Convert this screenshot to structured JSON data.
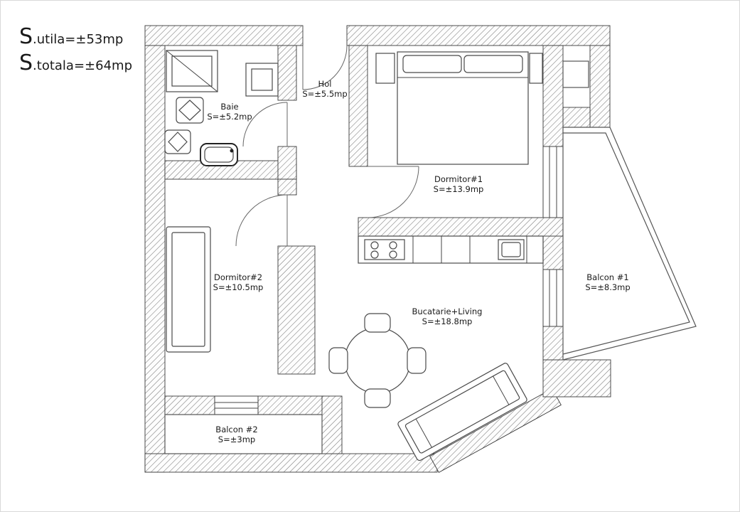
{
  "header": {
    "line1": {
      "prefix": "S",
      "label": ".utila=",
      "value": "±53mp"
    },
    "line2": {
      "prefix": "S",
      "label": ".totala=",
      "value": "±64mp"
    }
  },
  "rooms": [
    {
      "id": "baie",
      "name": "Baie",
      "area": "S=±5.2mp"
    },
    {
      "id": "hol",
      "name": "Hol",
      "area": "S=±5.5mp"
    },
    {
      "id": "dormitor1",
      "name": "Dormitor#1",
      "area": "S=±13.9mp"
    },
    {
      "id": "dormitor2",
      "name": "Dormitor#2",
      "area": "S=±10.5mp"
    },
    {
      "id": "living",
      "name": "Bucatarie+Living",
      "area": "S=±18.8mp"
    },
    {
      "id": "balcon1",
      "name": "Balcon #1",
      "area": "S=±8.3mp"
    },
    {
      "id": "balcon2",
      "name": "Balcon #2",
      "area": "S=±3mp"
    }
  ],
  "colors": {
    "wall_hatch": "#7a7a7a",
    "wall_outline": "#3a3a3a",
    "furniture": "#444444",
    "text": "#1a1a1a"
  }
}
